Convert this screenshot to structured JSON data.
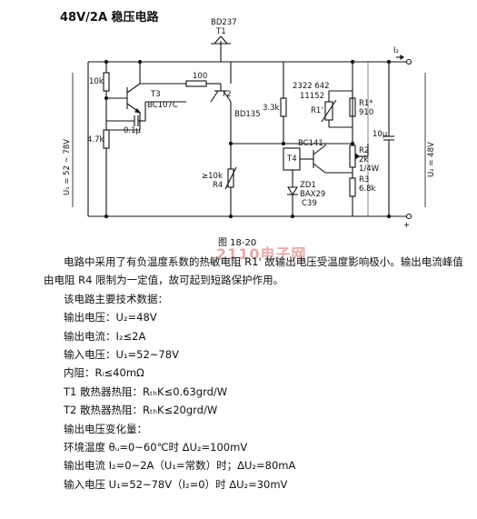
{
  "title": "48V/2A 稳压电路",
  "figure_caption": "图 18-20",
  "watermark": "2110电子网",
  "labels": {
    "T1_part": "BD237",
    "T1": "T1",
    "R100": "100",
    "T2": "T2",
    "T2_part": "BD135",
    "T3": "T3",
    "T3_part": "BC107C",
    "R10k": "10k",
    "C01": "0.1μ",
    "R47k": "4.7k",
    "R33k": "3.3k",
    "R4_val": "≥10k",
    "R4": "R4",
    "T4": "T4",
    "T4_part": "BC141",
    "ZD1": "ZD1",
    "ZD1_part": "BAX29",
    "ZD1_sub": "C39",
    "R1_code1": "2322 642",
    "R1_code2": "11152",
    "R1p": "R1'",
    "R1": "R1*",
    "R1_val": "910",
    "R2": "R2",
    "R2_val": "2k",
    "R2_pw": "1/4W",
    "R3": "R3",
    "R3_val": "6.8k",
    "C10": "10μ",
    "I2": "I₂",
    "U1": "U₁ = 52 ~ 78V",
    "U2": "U₂ = 48V",
    "plus": "+"
  },
  "paragraphs": [
    "电路中采用了有负温度系数的热敏电阻 R1' 故输出电压受温度影响极小。输出电流峰值由电阻 R4 限制为一定值，故可起到短路保护作用。",
    "该电路主要技术数据：",
    "输出电压：U₂=48V",
    "输出电流：I₂≤2A",
    "输入电压：U₁=52~78V",
    "内阻：Rᵢ≤40mΩ",
    "T1 散热器热阻：RₜₕK≤0.63grd/W",
    "T2 散热器热阻：RₜₕK≤20grd/W",
    "输出电压变化量：",
    "环境温度 θᵤ=0~60℃时 ΔU₂=100mV",
    "输出电流 I₂=0~2A（U₁=常数）时；ΔU₂=80mA",
    "输入电压 U₁=52~78V（I₂=0）时 ΔU₂=30mV"
  ]
}
